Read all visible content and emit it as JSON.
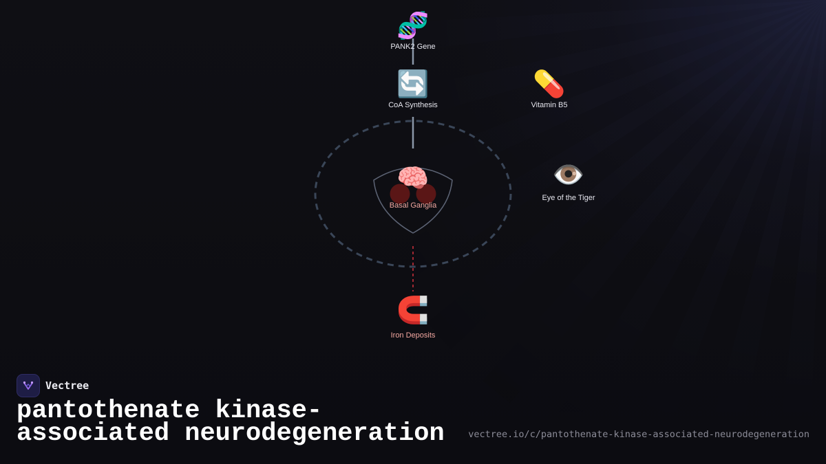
{
  "diagram": {
    "nodes": [
      {
        "id": "pank2",
        "icon": "dna-icon",
        "emoji": "🧬",
        "label": "PANK2 Gene"
      },
      {
        "id": "coa",
        "icon": "cycle-arrows-icon",
        "emoji": "🔄",
        "label": "CoA Synthesis"
      },
      {
        "id": "vitb5",
        "icon": "pill-icon",
        "emoji": "💊",
        "label": "Vitamin B5"
      },
      {
        "id": "basal",
        "icon": "brain-icon",
        "emoji": "🧠",
        "label": "Basal Ganglia"
      },
      {
        "id": "eye",
        "icon": "eye-icon",
        "emoji": "👁️",
        "label": "Eye of the Tiger"
      },
      {
        "id": "iron",
        "icon": "magnet-icon",
        "emoji": "🧲",
        "label": "Iron Deposits"
      }
    ],
    "edges": [
      {
        "from": "pank2",
        "to": "coa",
        "style": "solid"
      },
      {
        "from": "coa",
        "to": "basal",
        "style": "solid"
      },
      {
        "from": "basal",
        "to": "iron",
        "style": "dashed-red"
      }
    ],
    "colors": {
      "link": "#8a97a8",
      "ring": "#3a4658",
      "warning_link": "#c8303a",
      "basal_lobes": "#5a1616",
      "warning_label": "#f2a7a0"
    }
  },
  "brand": {
    "name": "Vectree",
    "logo_icon": "vectree-logo-icon",
    "accent": "#9b6cf0"
  },
  "title": "pantothenate kinase-associated neurodegeneration",
  "url": "vectree.io/c/pantothenate-kinase-associated-neurodegeneration"
}
